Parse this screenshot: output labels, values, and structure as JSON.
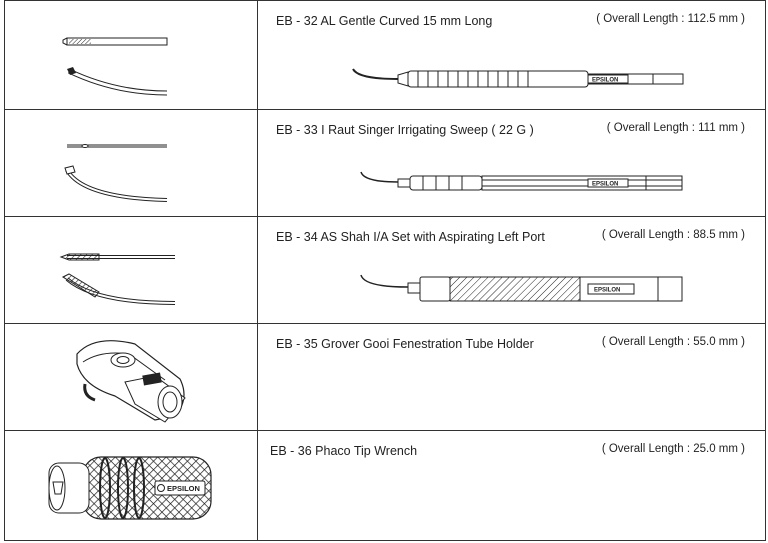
{
  "brand": "EPSILON",
  "items": [
    {
      "title": "EB - 32 AL  Gentle Curved 15 mm Long",
      "length": "( Overall Length : 112.5 mm )"
    },
    {
      "title": "EB - 33 I  Raut Singer Irrigating Sweep ( 22 G )",
      "length": "( Overall Length : 111 mm )"
    },
    {
      "title": "EB - 34 AS  Shah I/A Set with Aspirating Left Port",
      "length": "( Overall Length : 88.5 mm )"
    },
    {
      "title": "EB - 35 Grover Gooi Fenestration Tube Holder",
      "length": "( Overall Length : 55.0 mm )"
    },
    {
      "title": "EB - 36 Phaco Tip Wrench",
      "length": "( Overall Length : 25.0 mm )"
    }
  ]
}
